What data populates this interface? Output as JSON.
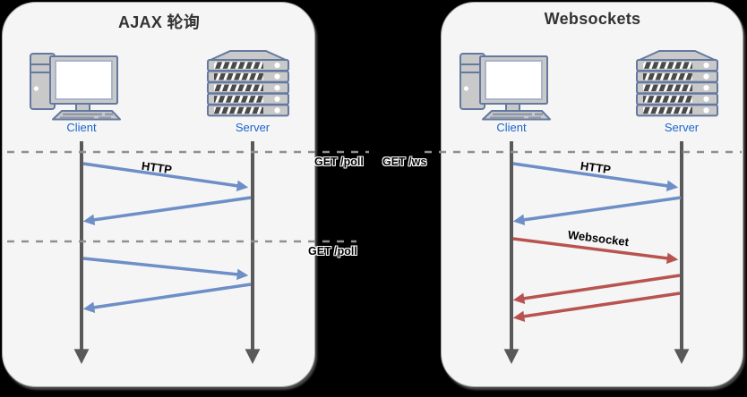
{
  "diagram": {
    "panels": [
      {
        "id": "ajax-polling",
        "title": "AJAX 轮询",
        "actors": [
          {
            "label": "Client"
          },
          {
            "label": "Server"
          }
        ],
        "annotations": [
          "GET /poll",
          "GET /poll"
        ],
        "messages": [
          {
            "label": "HTTP",
            "protocol": "http"
          }
        ]
      },
      {
        "id": "websockets",
        "title": "Websockets",
        "actors": [
          {
            "label": "Client"
          },
          {
            "label": "Server"
          }
        ],
        "annotations": [
          "GET /ws"
        ],
        "messages": [
          {
            "label": "HTTP",
            "protocol": "http"
          },
          {
            "label": "Websocket",
            "protocol": "websocket"
          }
        ]
      }
    ],
    "colors": {
      "panel_fill": "#f5f5f5",
      "panel_border": "#a9a9a9",
      "http_arrow": "#6d8ec6",
      "websocket_arrow": "#b85450",
      "lifeline": "#595959",
      "dashed_line": "#8f8f8f",
      "actor_label": "#1a66cc",
      "title_text": "#333333"
    }
  }
}
